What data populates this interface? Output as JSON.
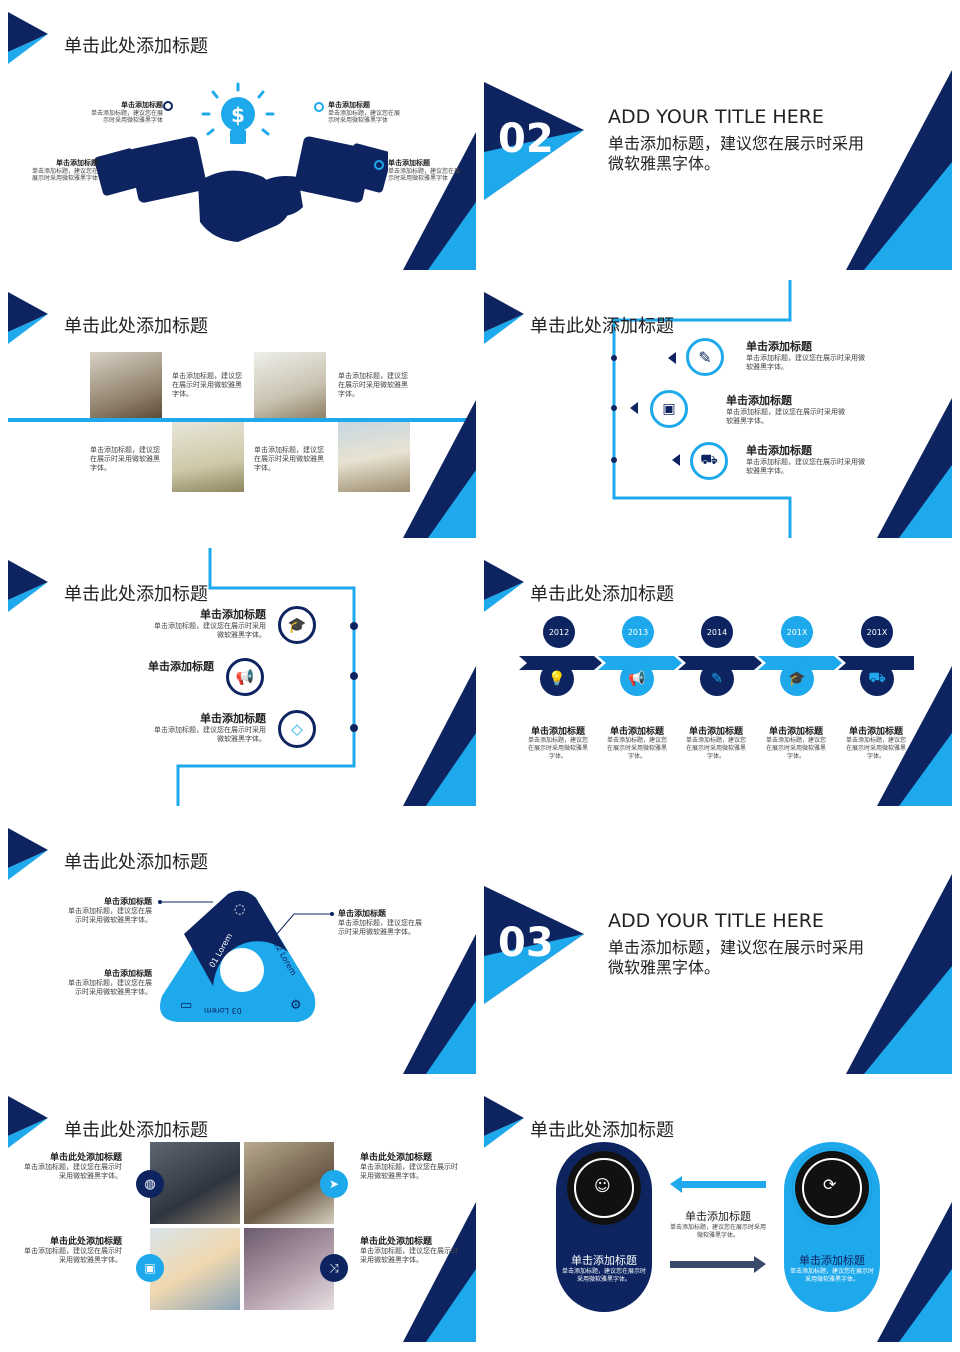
{
  "colors": {
    "navy": "#0d2461",
    "blue": "#1ea9ec",
    "light": "#4fc3f7"
  },
  "slide_title": "单击此处添加标题",
  "s1": {
    "items": [
      {
        "head": "单击添加标题",
        "body": "单击添加标题，建议您在展示时采用微软雅黑字体"
      },
      {
        "head": "单击添加标题",
        "body": "单击添加标题，建议您在展示时采用微软雅黑字体"
      },
      {
        "head": "单击添加标题",
        "body": "单击添加标题，建议您在展示时采用微软雅黑字体"
      },
      {
        "head": "单击添加标题",
        "body": "单击添加标题，建议您在展示时采用微软雅黑字体"
      }
    ]
  },
  "s2": {
    "num": "02",
    "title": "ADD YOUR TITLE HERE",
    "sub1": "单击添加标题，建议您在展示时采用",
    "sub2": "微软雅黑字体。"
  },
  "s3": {
    "texts": [
      "单击添加标题，建议您在展示时采用微软雅黑字体。",
      "单击添加标题，建议您在展示时采用微软雅黑字体。",
      "单击添加标题，建议您在展示时采用微软雅黑字体。",
      "单击添加标题，建议您在展示时采用微软雅黑字体。"
    ]
  },
  "s4": {
    "items": [
      {
        "head": "单击添加标题",
        "body": "单击添加标题，建议您在展示时采用微软雅黑字体。"
      },
      {
        "head": "单击添加标题",
        "body": "单击添加标题，建议您在展示时采用微软雅黑字体。"
      },
      {
        "head": "单击添加标题",
        "body": "单击添加标题，建议您在展示时采用微软雅黑字体。"
      }
    ]
  },
  "s5": {
    "items": [
      {
        "head": "单击添加标题",
        "body": "单击添加标题，建议您在展示时采用微软雅黑字体。"
      },
      {
        "head": "单击添加标题",
        "body": ""
      },
      {
        "head": "单击添加标题",
        "body": "单击添加标题，建议您在展示时采用微软雅黑字体。"
      }
    ]
  },
  "s6": {
    "years": [
      "2012",
      "2013",
      "2014",
      "201X",
      "201X"
    ],
    "items": [
      {
        "head": "单击添加标题",
        "body": "单击添加标题，建议您在展示时采用微软雅黑字体。"
      },
      {
        "head": "单击添加标题",
        "body": "单击添加标题，建议您在展示时采用微软雅黑字体。"
      },
      {
        "head": "单击添加标题",
        "body": "单击添加标题，建议您在展示时采用微软雅黑字体。"
      },
      {
        "head": "单击添加标题",
        "body": "单击添加标题，建议您在展示时采用微软雅黑字体。"
      },
      {
        "head": "单击添加标题",
        "body": "单击添加标题，建议您在展示时采用微软雅黑字体。"
      }
    ]
  },
  "s7": {
    "labels": [
      "01 Lorem",
      "02 Lorem",
      "03 Lorem"
    ],
    "items": [
      {
        "head": "单击添加标题",
        "body": "单击添加标题，建议您在展示时采用微软雅黑字体。"
      },
      {
        "head": "单击添加标题",
        "body": "单击添加标题，建议您在展示时采用微软雅黑字体。"
      },
      {
        "head": "单击添加标题",
        "body": "单击添加标题，建议您在展示时采用微软雅黑字体。"
      }
    ]
  },
  "s8": {
    "num": "03",
    "title": "ADD YOUR TITLE HERE",
    "sub1": "单击添加标题，建议您在展示时采用",
    "sub2": "微软雅黑字体。"
  },
  "s9": {
    "items": [
      {
        "head": "单击此处添加标题",
        "body": "单击添加标题，建议您在展示时采用微软雅黑字体。"
      },
      {
        "head": "单击此处添加标题",
        "body": "单击添加标题，建议您在展示时采用微软雅黑字体。"
      },
      {
        "head": "单击此处添加标题",
        "body": "单击添加标题，建议您在展示时采用微软雅黑字体。"
      },
      {
        "head": "单击此处添加标题",
        "body": "单击添加标题，建议您在展示时采用微软雅黑字体。"
      }
    ]
  },
  "s10": {
    "left_head": "单击添加标题",
    "left_body": "单击添加标题，建议您在展示时采用微软雅黑字体。",
    "mid_head": "单击添加标题",
    "mid_body": "单击添加标题，建议您在展示时采用微软雅黑字体。",
    "right_head": "单击添加标题",
    "right_body": "单击添加标题，建议您在展示时采用微软雅黑字体。"
  }
}
